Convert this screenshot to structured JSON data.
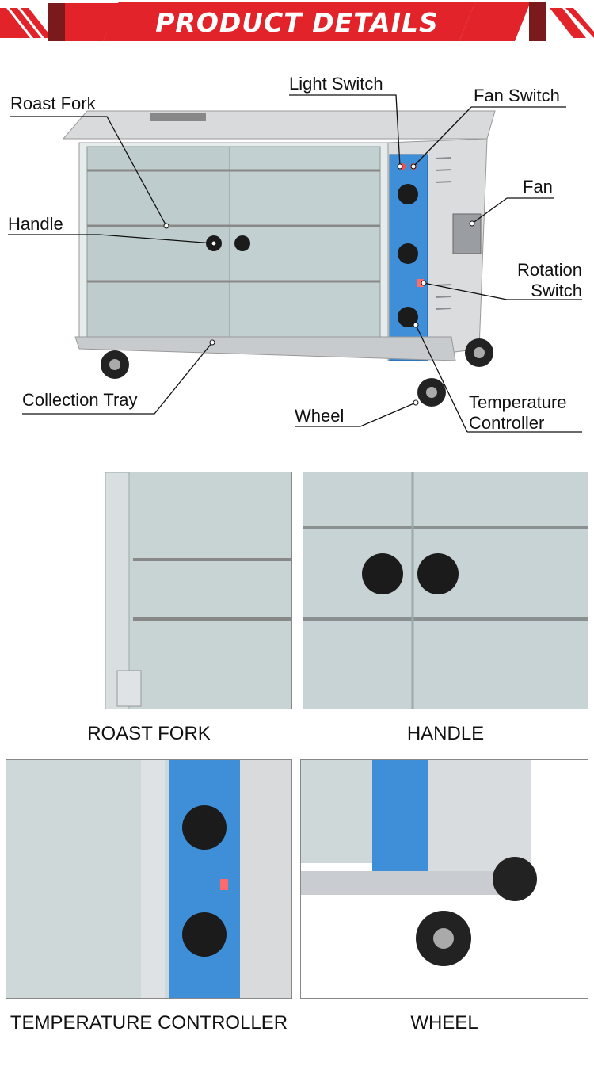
{
  "header": {
    "title": "PRODUCT DETAILS"
  },
  "callouts": {
    "light_switch": "Light Switch",
    "fan_switch": "Fan Switch",
    "roast_fork": "Roast Fork",
    "fan": "Fan",
    "handle": "Handle",
    "rotation_switch": "Rotation\nSwitch",
    "collection_tray": "Collection Tray",
    "wheel": "Wheel",
    "temperature_controller": "Temperature\nController"
  },
  "details": [
    {
      "caption": "ROAST FORK"
    },
    {
      "caption": "HANDLE"
    },
    {
      "caption": "TEMPERATURE CONTROLLER"
    },
    {
      "caption": "WHEEL"
    }
  ],
  "colors": {
    "banner_red": "#e2232a",
    "banner_dark": "#7a1a1c",
    "stainless": "#c9ccd0",
    "control_panel_blue": "#3f8fd8",
    "glass": "#b9c7c9",
    "knob": "#1b1b1b"
  }
}
